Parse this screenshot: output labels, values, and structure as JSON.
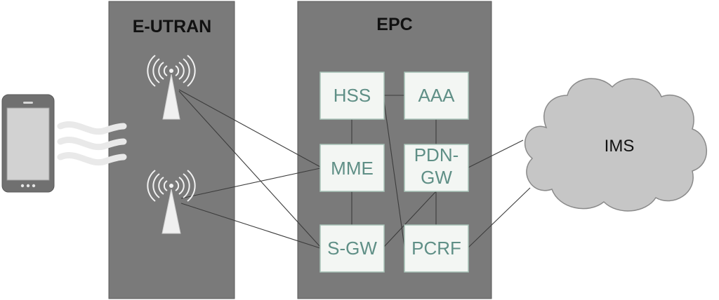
{
  "colors": {
    "panel_fill": "#7a7a7a",
    "panel_border": "#5a5a5a",
    "node_fill": "#f3f6f3",
    "node_border": "#a8c3b8",
    "node_text": "#5f8f86",
    "link": "#3c3c3c",
    "cloud_fill": "#c6c6c6",
    "cloud_border": "#8a8a8a",
    "phone_body": "#707070",
    "phone_screen": "#d2d2d2",
    "tower": "#f0f0f0",
    "waves": "#e9e9e9",
    "title_text": "#111111"
  },
  "panels": {
    "eutran": {
      "title": "E-UTRAN"
    },
    "epc": {
      "title": "EPC"
    }
  },
  "nodes": {
    "hss": "HSS",
    "aaa": "AAA",
    "mme": "MME",
    "pdn_gw_line1": "PDN-",
    "pdn_gw_line2": "GW",
    "s_gw": "S-GW",
    "pcrf": "PCRF"
  },
  "cloud": {
    "label": "IMS"
  },
  "icons": [
    "smartphone-icon",
    "radio-waves-icon",
    "cell-tower-icon",
    "cloud-icon"
  ]
}
